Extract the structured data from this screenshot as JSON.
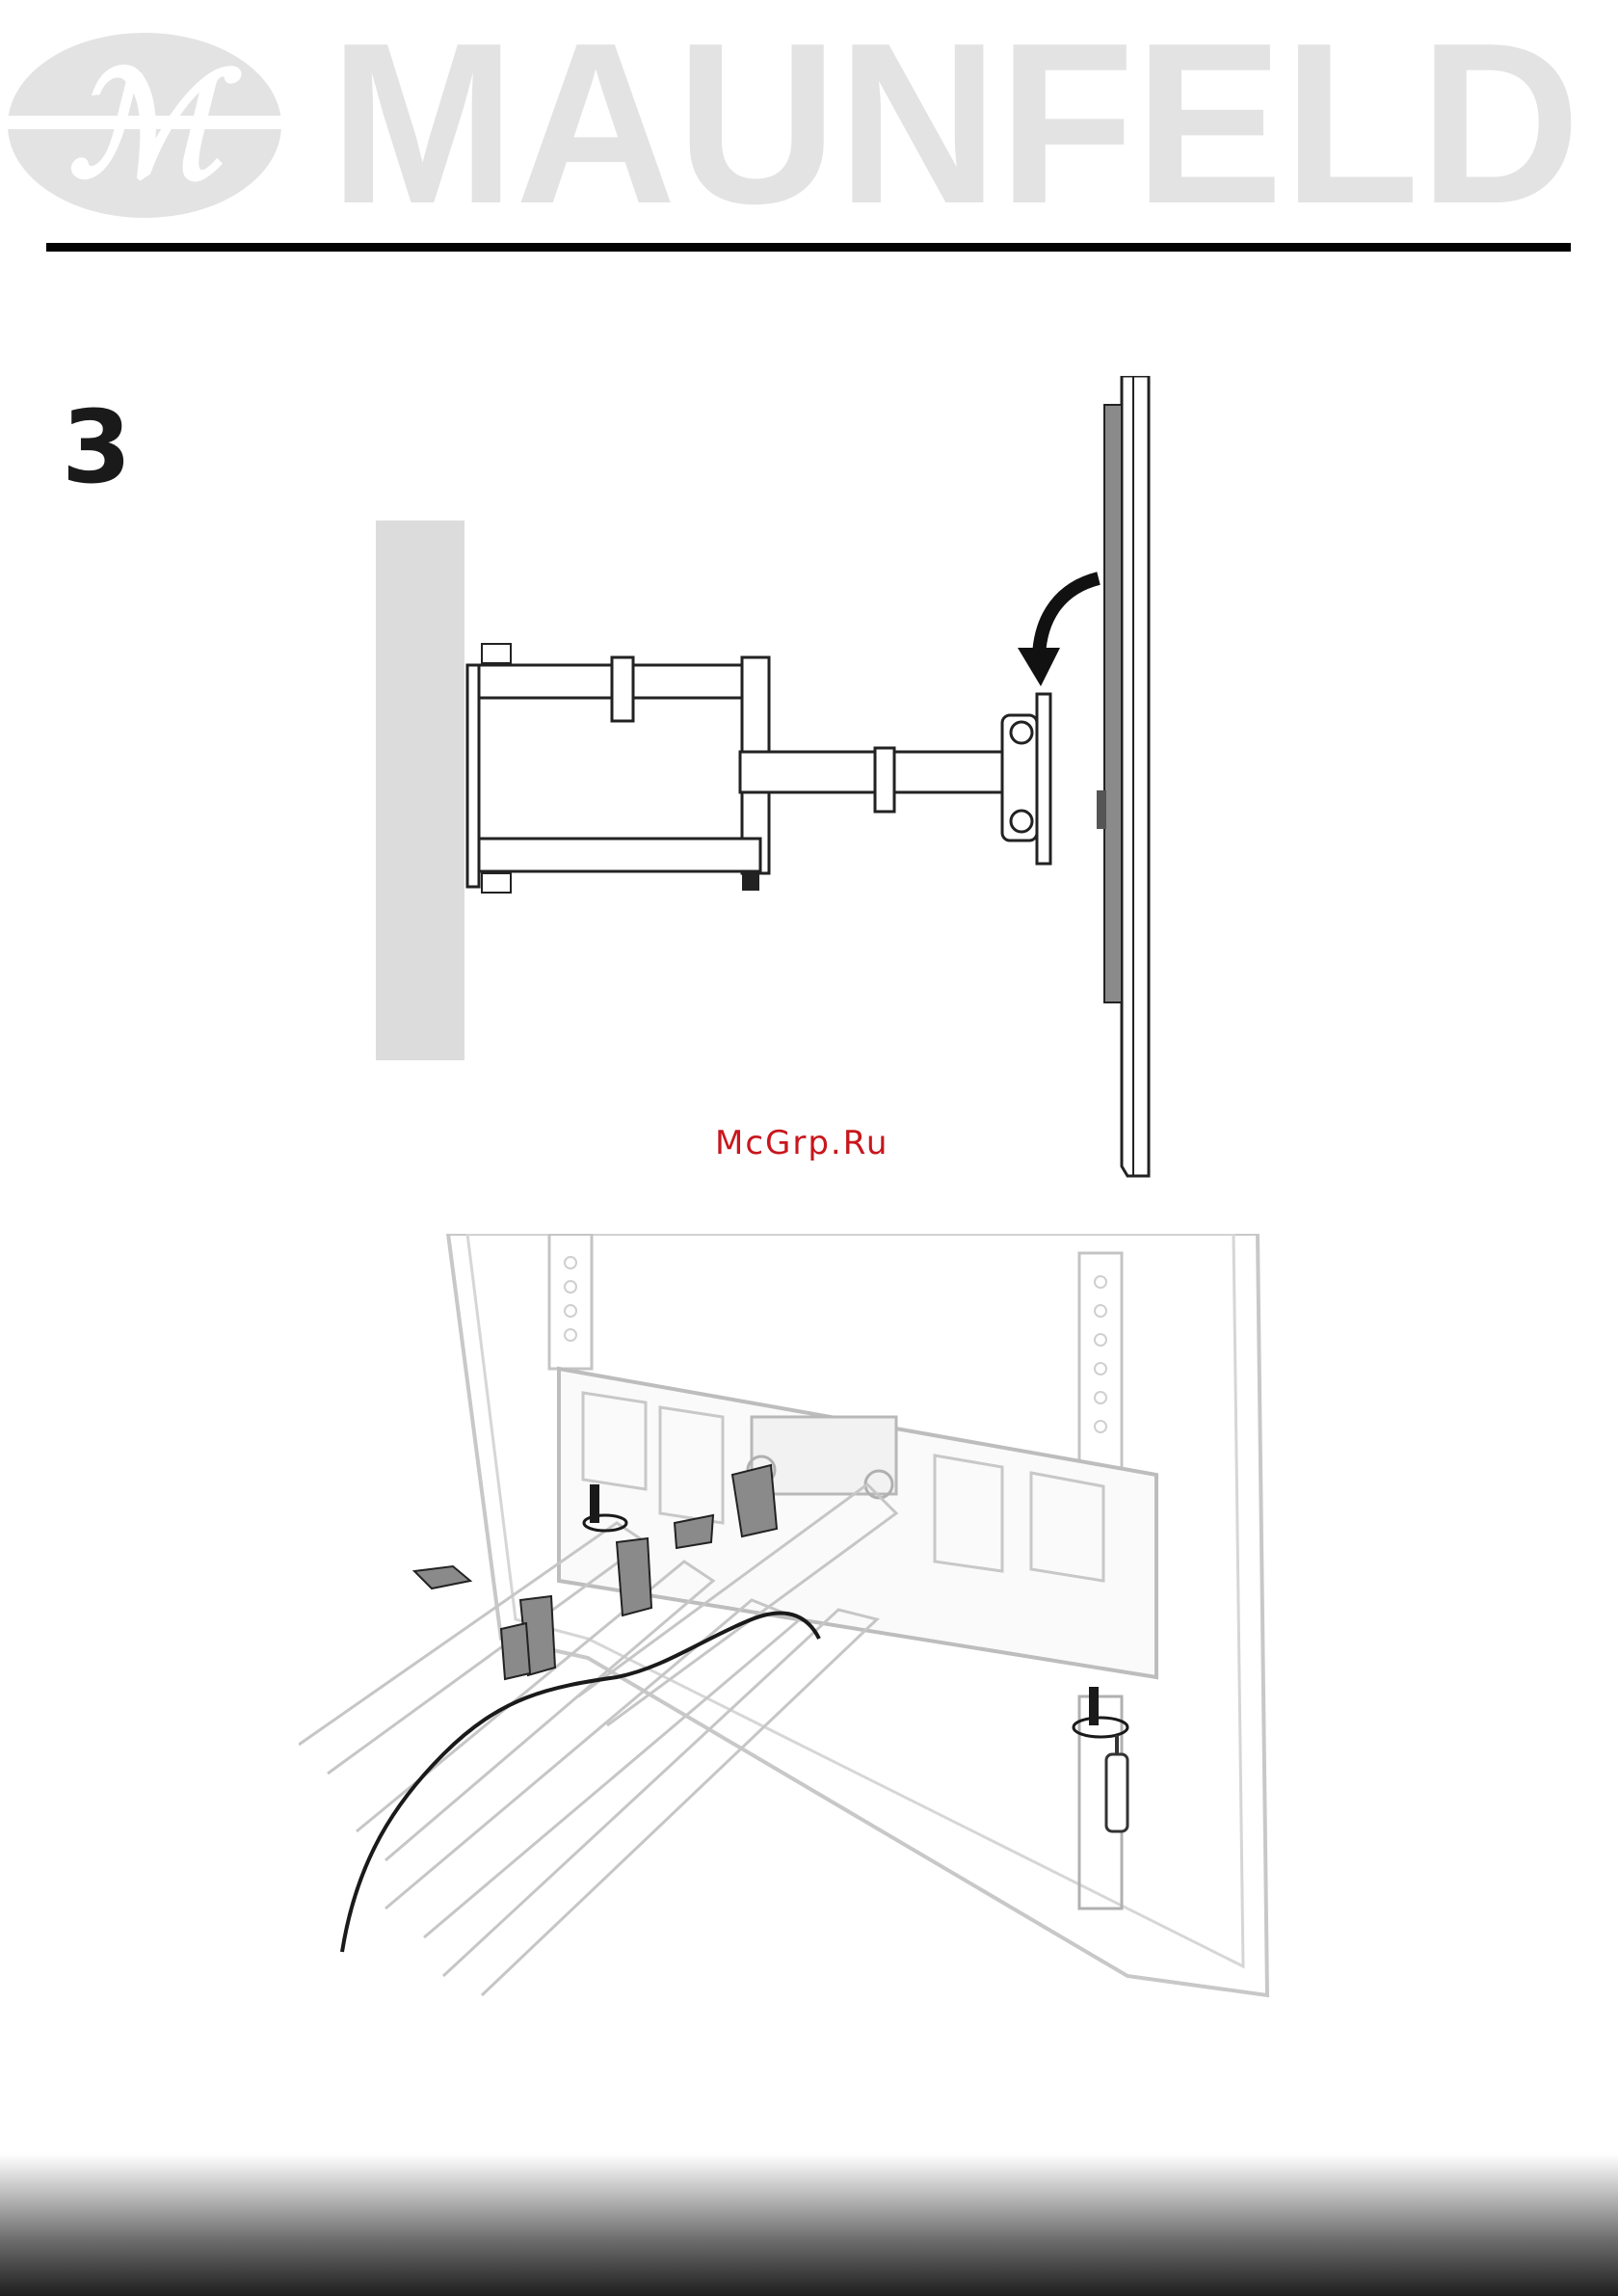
{
  "header": {
    "brand_name": "MAUNFELD",
    "brand_color": "#e3e3e3",
    "logo_icon": "maunfeld-m-emblem-icon"
  },
  "step": {
    "number": "3"
  },
  "figures": {
    "side_view": {
      "icon": "tv-wall-mount-side-view-diagram",
      "arrow_icon": "curved-arrow-tilt-icon"
    },
    "cable_view": {
      "icon": "tv-wall-mount-cable-clips-diagram",
      "rotate_icon": "rotate-arrow-icon"
    }
  },
  "watermark": {
    "text": "McGrp.Ru",
    "color": "#c8161d"
  },
  "footer": {
    "style": "gradient-band"
  }
}
